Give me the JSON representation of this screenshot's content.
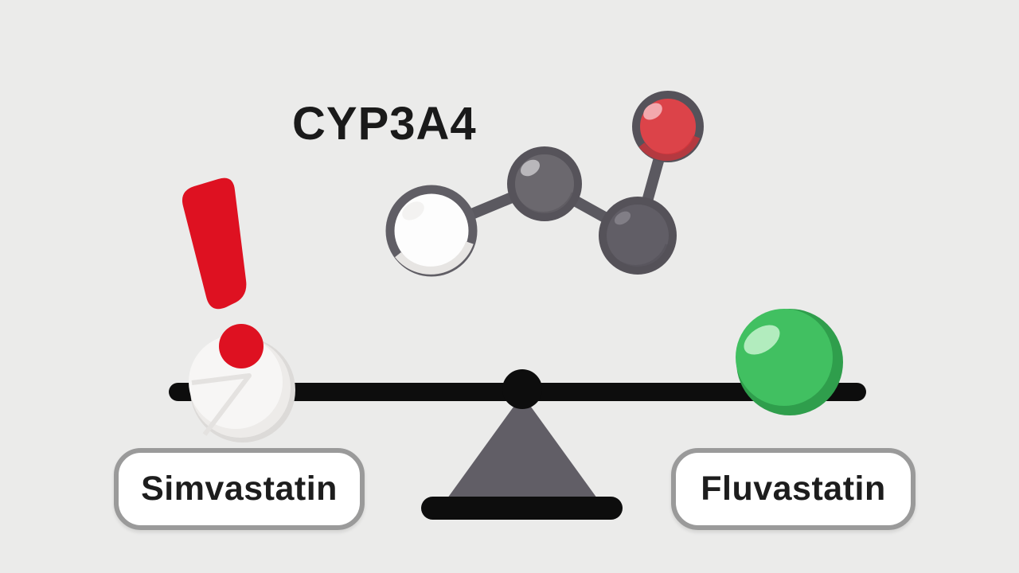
{
  "illustration": {
    "background_color": "#ebebea",
    "enzyme": {
      "label": "CYP3A4",
      "text_color": "#1a1a1a"
    },
    "warning": {
      "icon": "exclamation-icon",
      "color": "#de1121"
    },
    "molecule": {
      "icon": "molecule-icon",
      "bond_color": "#5b5960",
      "atoms": [
        {
          "name": "white-atom",
          "color": "#fdfdfd"
        },
        {
          "name": "dark-gray-atom",
          "color": "#6b686e"
        },
        {
          "name": "gray-atom",
          "color": "#615e66"
        },
        {
          "name": "red-atom",
          "color": "#dc4349"
        }
      ]
    },
    "scale": {
      "icon": "balance-scale-icon",
      "tilt": "level",
      "beam_color": "#0d0d0d",
      "fulcrum_color": "#615e66",
      "left_pan": {
        "sphere": "white-sphere",
        "sphere_color": "#f7f6f5",
        "label": "Simvastatin"
      },
      "right_pan": {
        "sphere": "green-sphere",
        "sphere_color": "#41c061",
        "label": "Fluvastatin"
      }
    },
    "label_style": {
      "border_color": "#9a9a9a",
      "background": "#ffffff",
      "text_color": "#1d1d1d"
    }
  }
}
